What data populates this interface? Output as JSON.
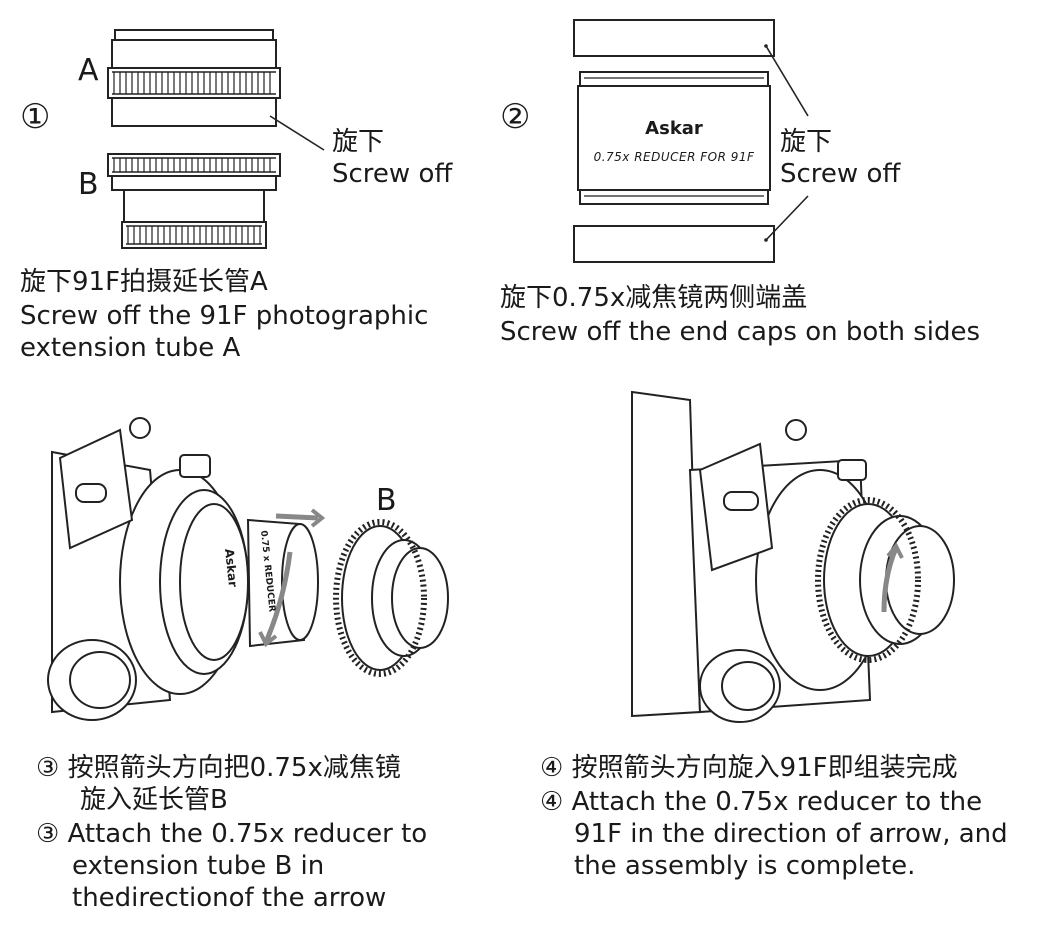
{
  "step1": {
    "number": "①",
    "label_a": "A",
    "label_b": "B",
    "callout_cn": "旋下",
    "callout_en": "Screw off",
    "caption_cn": "旋下91F拍摄延长管A",
    "caption_en_1": "Screw off the 91F photographic",
    "caption_en_2": "extension tube A"
  },
  "step2": {
    "number": "②",
    "brand": "Askar",
    "product": "0.75x REDUCER FOR 91F",
    "callout_cn": "旋下",
    "callout_en": "Screw off",
    "caption_cn": "旋下0.75x减焦镜两侧端盖",
    "caption_en": "Screw off the end caps on both sides"
  },
  "step3": {
    "label_b": "B",
    "lens_brand": "Askar",
    "lens_text": "0.75 x REDUCER",
    "caption_cn_1": "③ 按照箭头方向把0.75x减焦镜",
    "caption_cn_2": "旋入延长管B",
    "caption_en_1": "③ Attach the 0.75x reducer to",
    "caption_en_2": "extension tube B in",
    "caption_en_3": "thedirectionof the arrow"
  },
  "step4": {
    "caption_cn": "④ 按照箭头方向旋入91F即组装完成",
    "caption_en_1": "④ Attach the 0.75x reducer to the",
    "caption_en_2": "91F in the direction of arrow, and",
    "caption_en_3": "the assembly is complete."
  }
}
